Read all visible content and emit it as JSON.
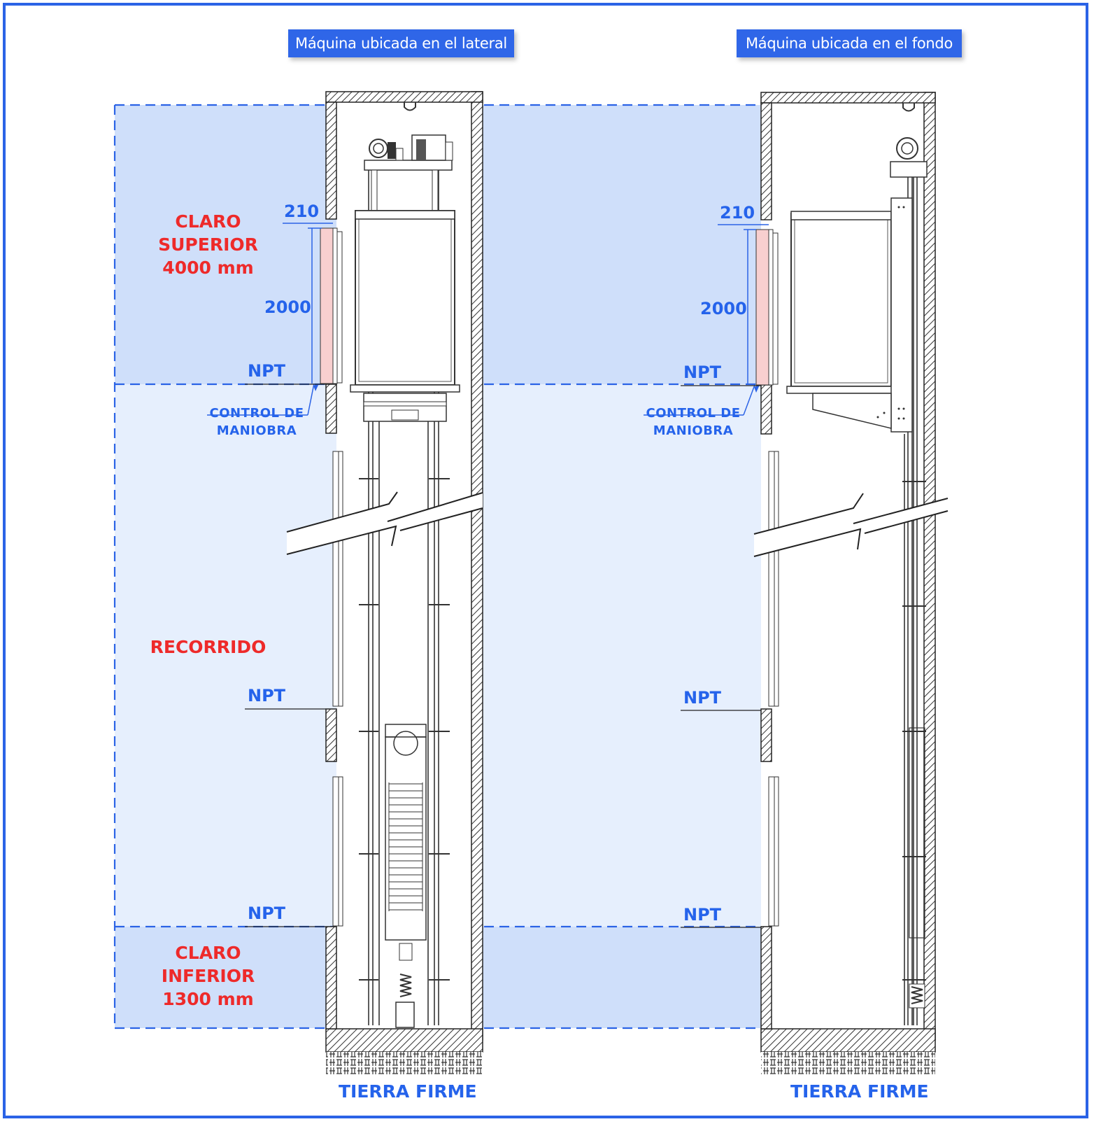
{
  "titles": {
    "left": "Máquina ubicada en el lateral",
    "right": "Máquina ubicada en el fondo"
  },
  "zones": {
    "top_line1": "CLARO",
    "top_line2": "SUPERIOR",
    "top_line3": "4000 mm",
    "travel": "RECORRIDO",
    "bottom_line1": "CLARO",
    "bottom_line2": "INFERIOR",
    "bottom_line3": "1300 mm"
  },
  "dimensions": {
    "top_gap": "210",
    "door_height": "2000"
  },
  "labels": {
    "floor_level": "NPT",
    "control_line1": "CONTROL DE",
    "control_line2": "MANIOBRA",
    "ground": "TIERRA FIRME"
  },
  "colors": {
    "accent": "#2f66e8",
    "label_blue": "#2563eb",
    "zone_red": "#ee2a2a",
    "zone_fill_dark": "#cfdffa",
    "zone_fill_light": "#e6effd",
    "door_fill": "#f8cfcf"
  }
}
